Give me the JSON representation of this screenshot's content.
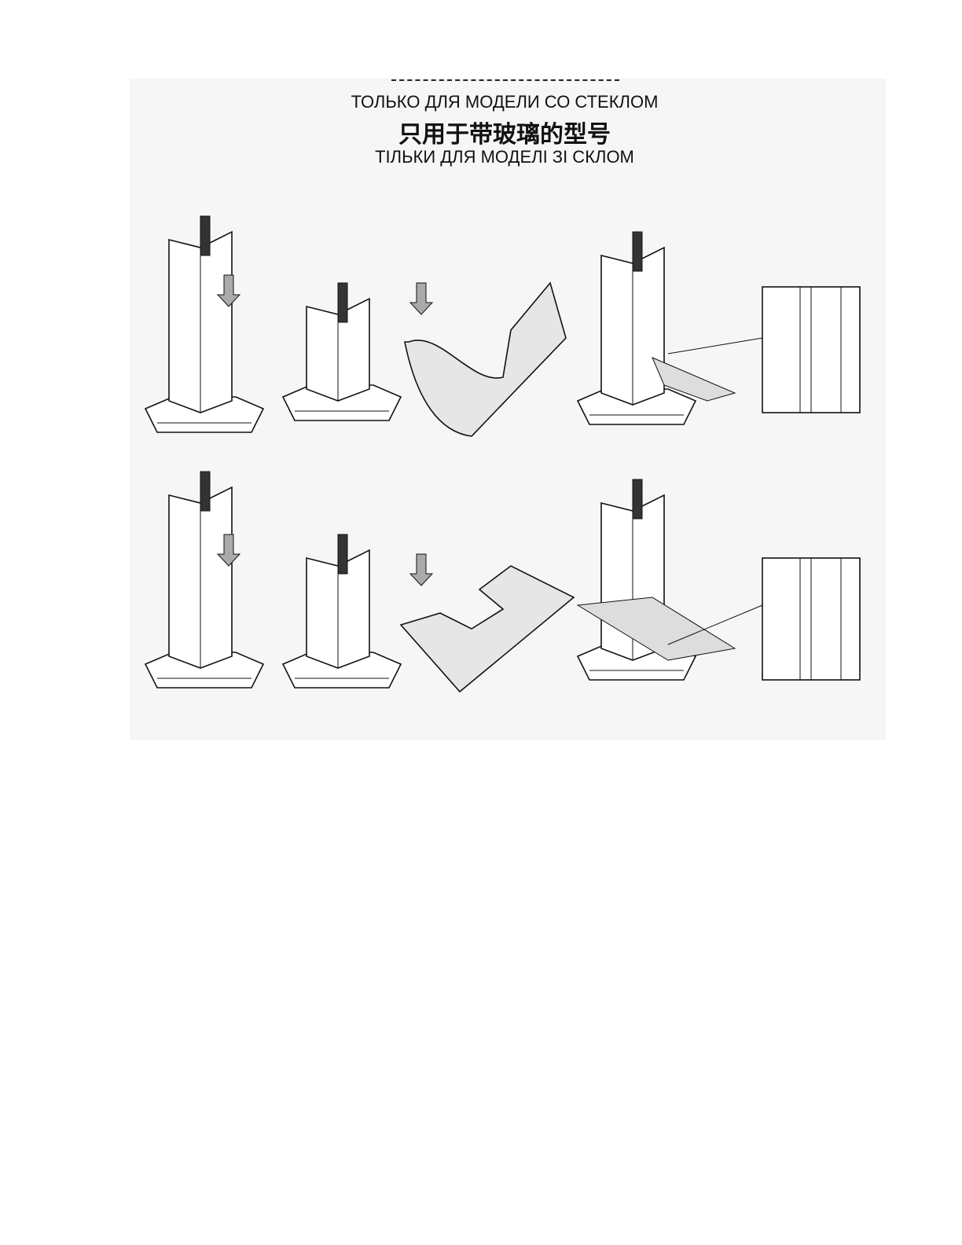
{
  "header": {
    "russian": "ТОЛЬКО ДЛЯ МОДЕЛИ СО СТЕКЛОМ",
    "chinese": "只用于带玻璃的型号",
    "ukrainian": "ТІЛЬКИ ДЛЯ МОДЕЛІ ЗІ СКЛОМ"
  },
  "figures": [
    {
      "row": 1,
      "steps": [
        "chimney-insert",
        "chimney-with-glass-curved",
        "assembled-with-curved-glass",
        "detail-bracket"
      ]
    },
    {
      "row": 2,
      "steps": [
        "chimney-insert",
        "chimney-with-glass-flat",
        "assembled-with-flat-glass",
        "detail-bracket"
      ]
    }
  ]
}
